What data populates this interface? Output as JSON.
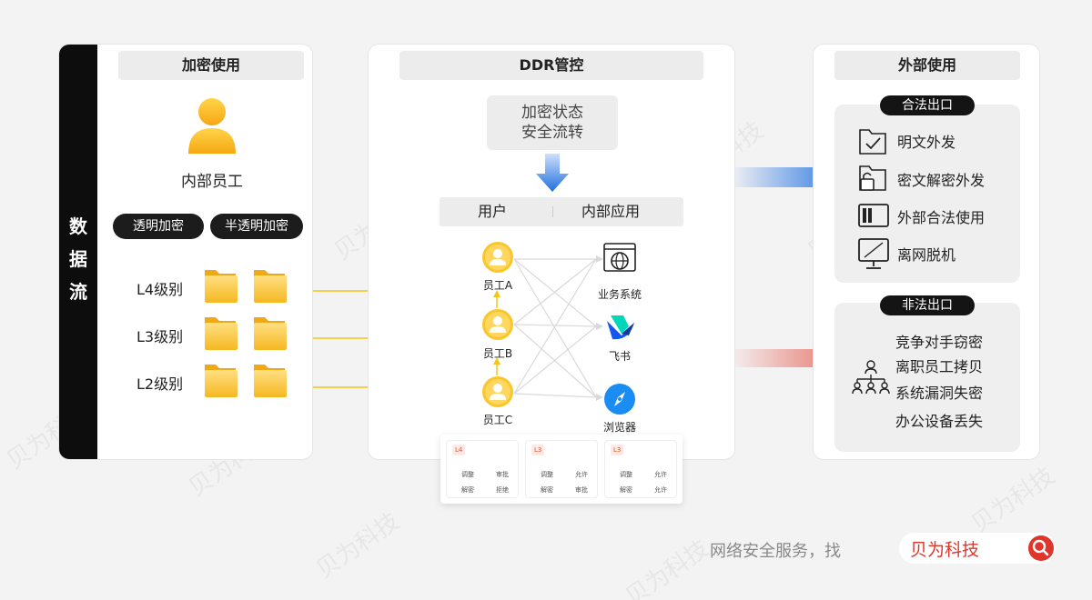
{
  "left": {
    "title": "加密使用",
    "dataflow_chars": [
      "数",
      "据",
      "流"
    ],
    "employee": "内部员工",
    "pills": [
      "透明加密",
      "半透明加密"
    ],
    "levels": [
      "L4级别",
      "L3级别",
      "L2级别"
    ]
  },
  "middle": {
    "title": "DDR管控",
    "state_line1": "加密状态",
    "state_line2": "安全流转",
    "header_user": "用户",
    "header_app": "内部应用",
    "employees": [
      "员工A",
      "员工B",
      "员工C"
    ],
    "apps": [
      "业务系统",
      "飞书",
      "浏览器"
    ],
    "perm_cards": [
      {
        "badge": "L4",
        "r1a": "调整",
        "r1b": "审批",
        "r2a": "解密",
        "r2b": "拒绝"
      },
      {
        "badge": "L3",
        "r1a": "调整",
        "r1b": "允许",
        "r2a": "解密",
        "r2b": "审批"
      },
      {
        "badge": "L3",
        "r1a": "调整",
        "r1b": "允许",
        "r2a": "解密",
        "r2b": "允许"
      }
    ]
  },
  "right": {
    "title": "外部使用",
    "legal_title": "合法出口",
    "legal_items": [
      "明文外发",
      "密文解密外发",
      "外部合法使用",
      "离网脱机"
    ],
    "illegal_title": "非法出口",
    "illegal_items": [
      "竞争对手窃密",
      "离职员工拷贝",
      "系统漏洞失密",
      "办公设备丢失"
    ]
  },
  "footer": {
    "text": "网络安全服务，找",
    "brand": "贝为科技"
  },
  "watermark": "贝为科技",
  "colors": {
    "accent_yellow": "#f5c518",
    "blue_arrow": "#1f6fe0",
    "red_arrow": "#e4554a",
    "brand_red": "#e0352b"
  }
}
